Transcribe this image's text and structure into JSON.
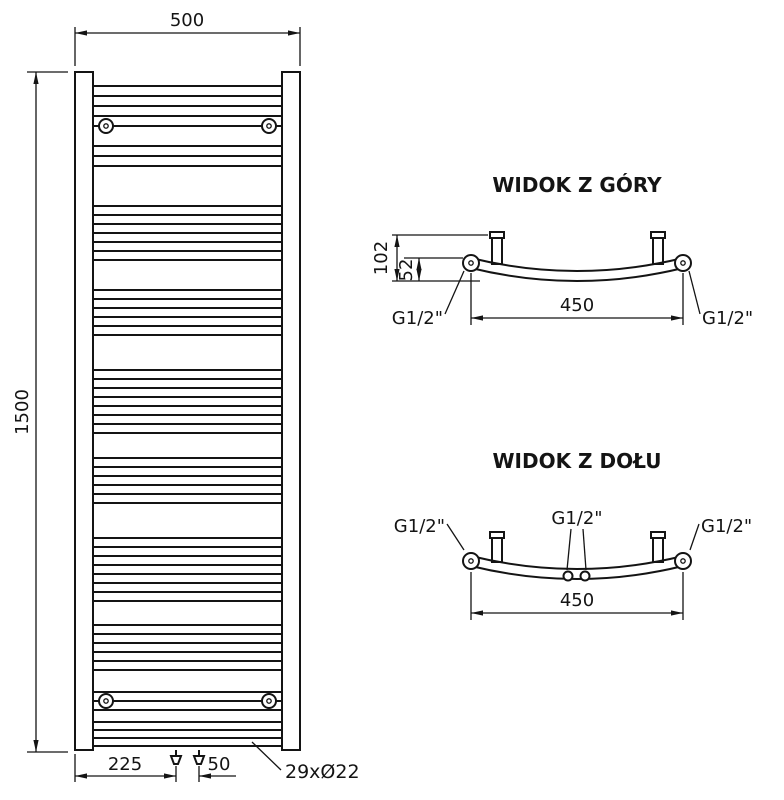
{
  "drawing": {
    "line_color": "#141414",
    "background_color": "#ffffff"
  },
  "front_view": {
    "dim_width": "500",
    "dim_height": "1500",
    "dim_valve_offset": "225",
    "dim_valve_spacing": "50",
    "tube_spec": "29xØ22"
  },
  "top_view": {
    "title": "WIDOK Z GÓRY",
    "dim_total_depth": "102",
    "dim_tube_depth": "52",
    "dim_connection_span": "450",
    "fitting_left": "G1/2\"",
    "fitting_right": "G1/2\""
  },
  "bottom_view": {
    "title": "WIDOK Z DOŁU",
    "fitting_left": "G1/2\"",
    "fitting_center": "G1/2\"",
    "fitting_right": "G1/2\"",
    "dim_connection_span": "450"
  }
}
